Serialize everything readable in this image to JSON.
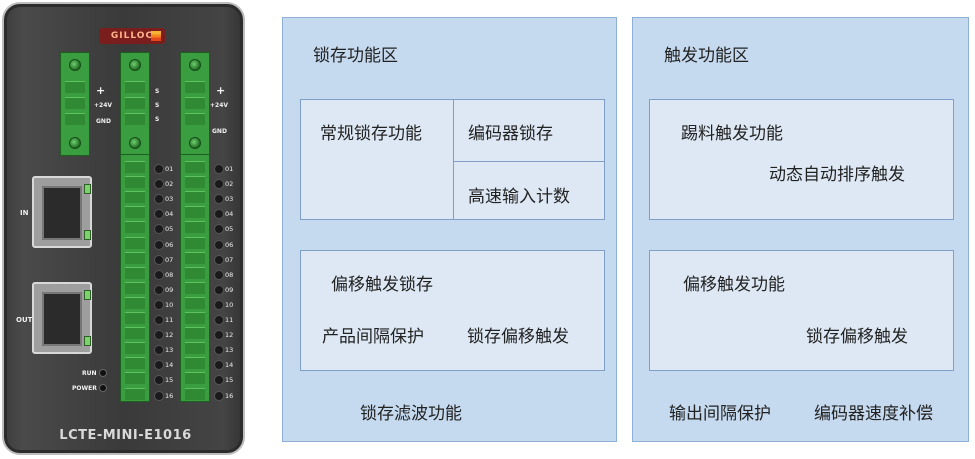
{
  "device": {
    "model": "LCTE-MINI-E1016",
    "logo_text": "GILLOC",
    "power_plus": "+",
    "label_24v": "+24V",
    "label_gnd": "GND",
    "label_s": "S",
    "label_in": "IN",
    "label_out": "OUT",
    "label_run": "RUN",
    "label_power": "POWER",
    "pins": [
      "01",
      "02",
      "03",
      "04",
      "05",
      "06",
      "07",
      "08",
      "09",
      "10",
      "11",
      "12",
      "13",
      "14",
      "15",
      "16"
    ]
  },
  "latch_area": {
    "title": "锁存功能区",
    "box1": {
      "left": "常规锁存功能",
      "right_top": "编码器锁存",
      "right_bottom": "高速输入计数"
    },
    "box2": {
      "top": "偏移触发锁存",
      "bottom_left": "产品间隔保护",
      "bottom_right": "锁存偏移触发"
    },
    "footer": "锁存滤波功能"
  },
  "trigger_area": {
    "title": "触发功能区",
    "box1": {
      "top": "踢料触发功能",
      "bottom": "动态自动排序触发"
    },
    "box2": {
      "top": "偏移触发功能",
      "bottom": "锁存偏移触发"
    },
    "footer_left": "输出间隔保护",
    "footer_right": "编码器速度补偿"
  }
}
